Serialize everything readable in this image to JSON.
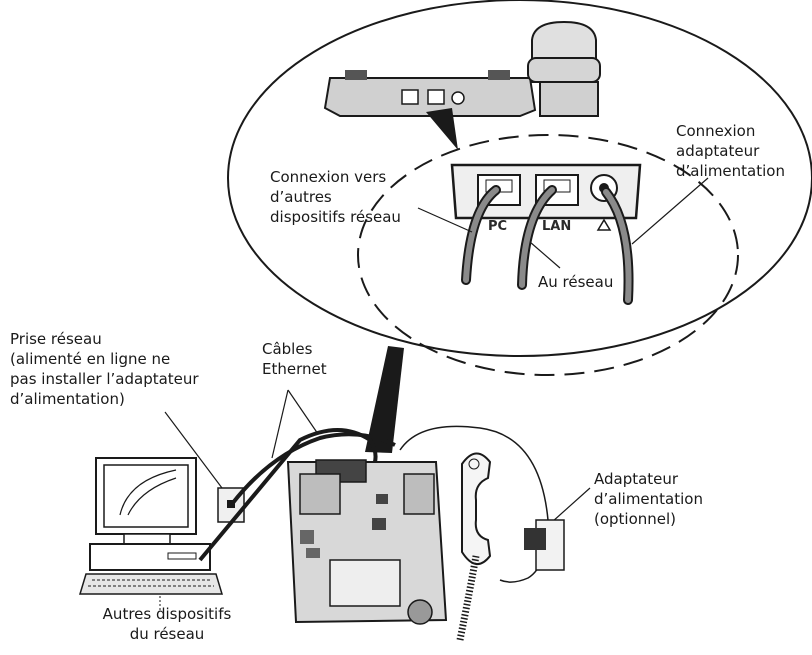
{
  "labels": {
    "connexion_vers": [
      "Connexion vers",
      "d’autres",
      "dispositifs réseau"
    ],
    "connexion_adaptateur": [
      "Connexion",
      "adaptateur",
      "d’alimentation"
    ],
    "au_reseau": "Au réseau",
    "prise_reseau": [
      "Prise réseau",
      "(alimenté en ligne ne",
      "pas installer l’adaptateur",
      "d’alimentation)"
    ],
    "cables": [
      "Câbles",
      "Ethernet"
    ],
    "adaptateur": [
      "Adaptateur",
      "d’alimentation",
      "(optionnel)"
    ],
    "autres": [
      "Autres dispositifs",
      "du réseau"
    ]
  },
  "ports": {
    "pc": "PC",
    "lan": "LAN"
  },
  "colors": {
    "line": "#1a1a1a",
    "cable": "#8a8a8a",
    "device": "#d9d9d9",
    "dark": "#3a3a3a"
  }
}
